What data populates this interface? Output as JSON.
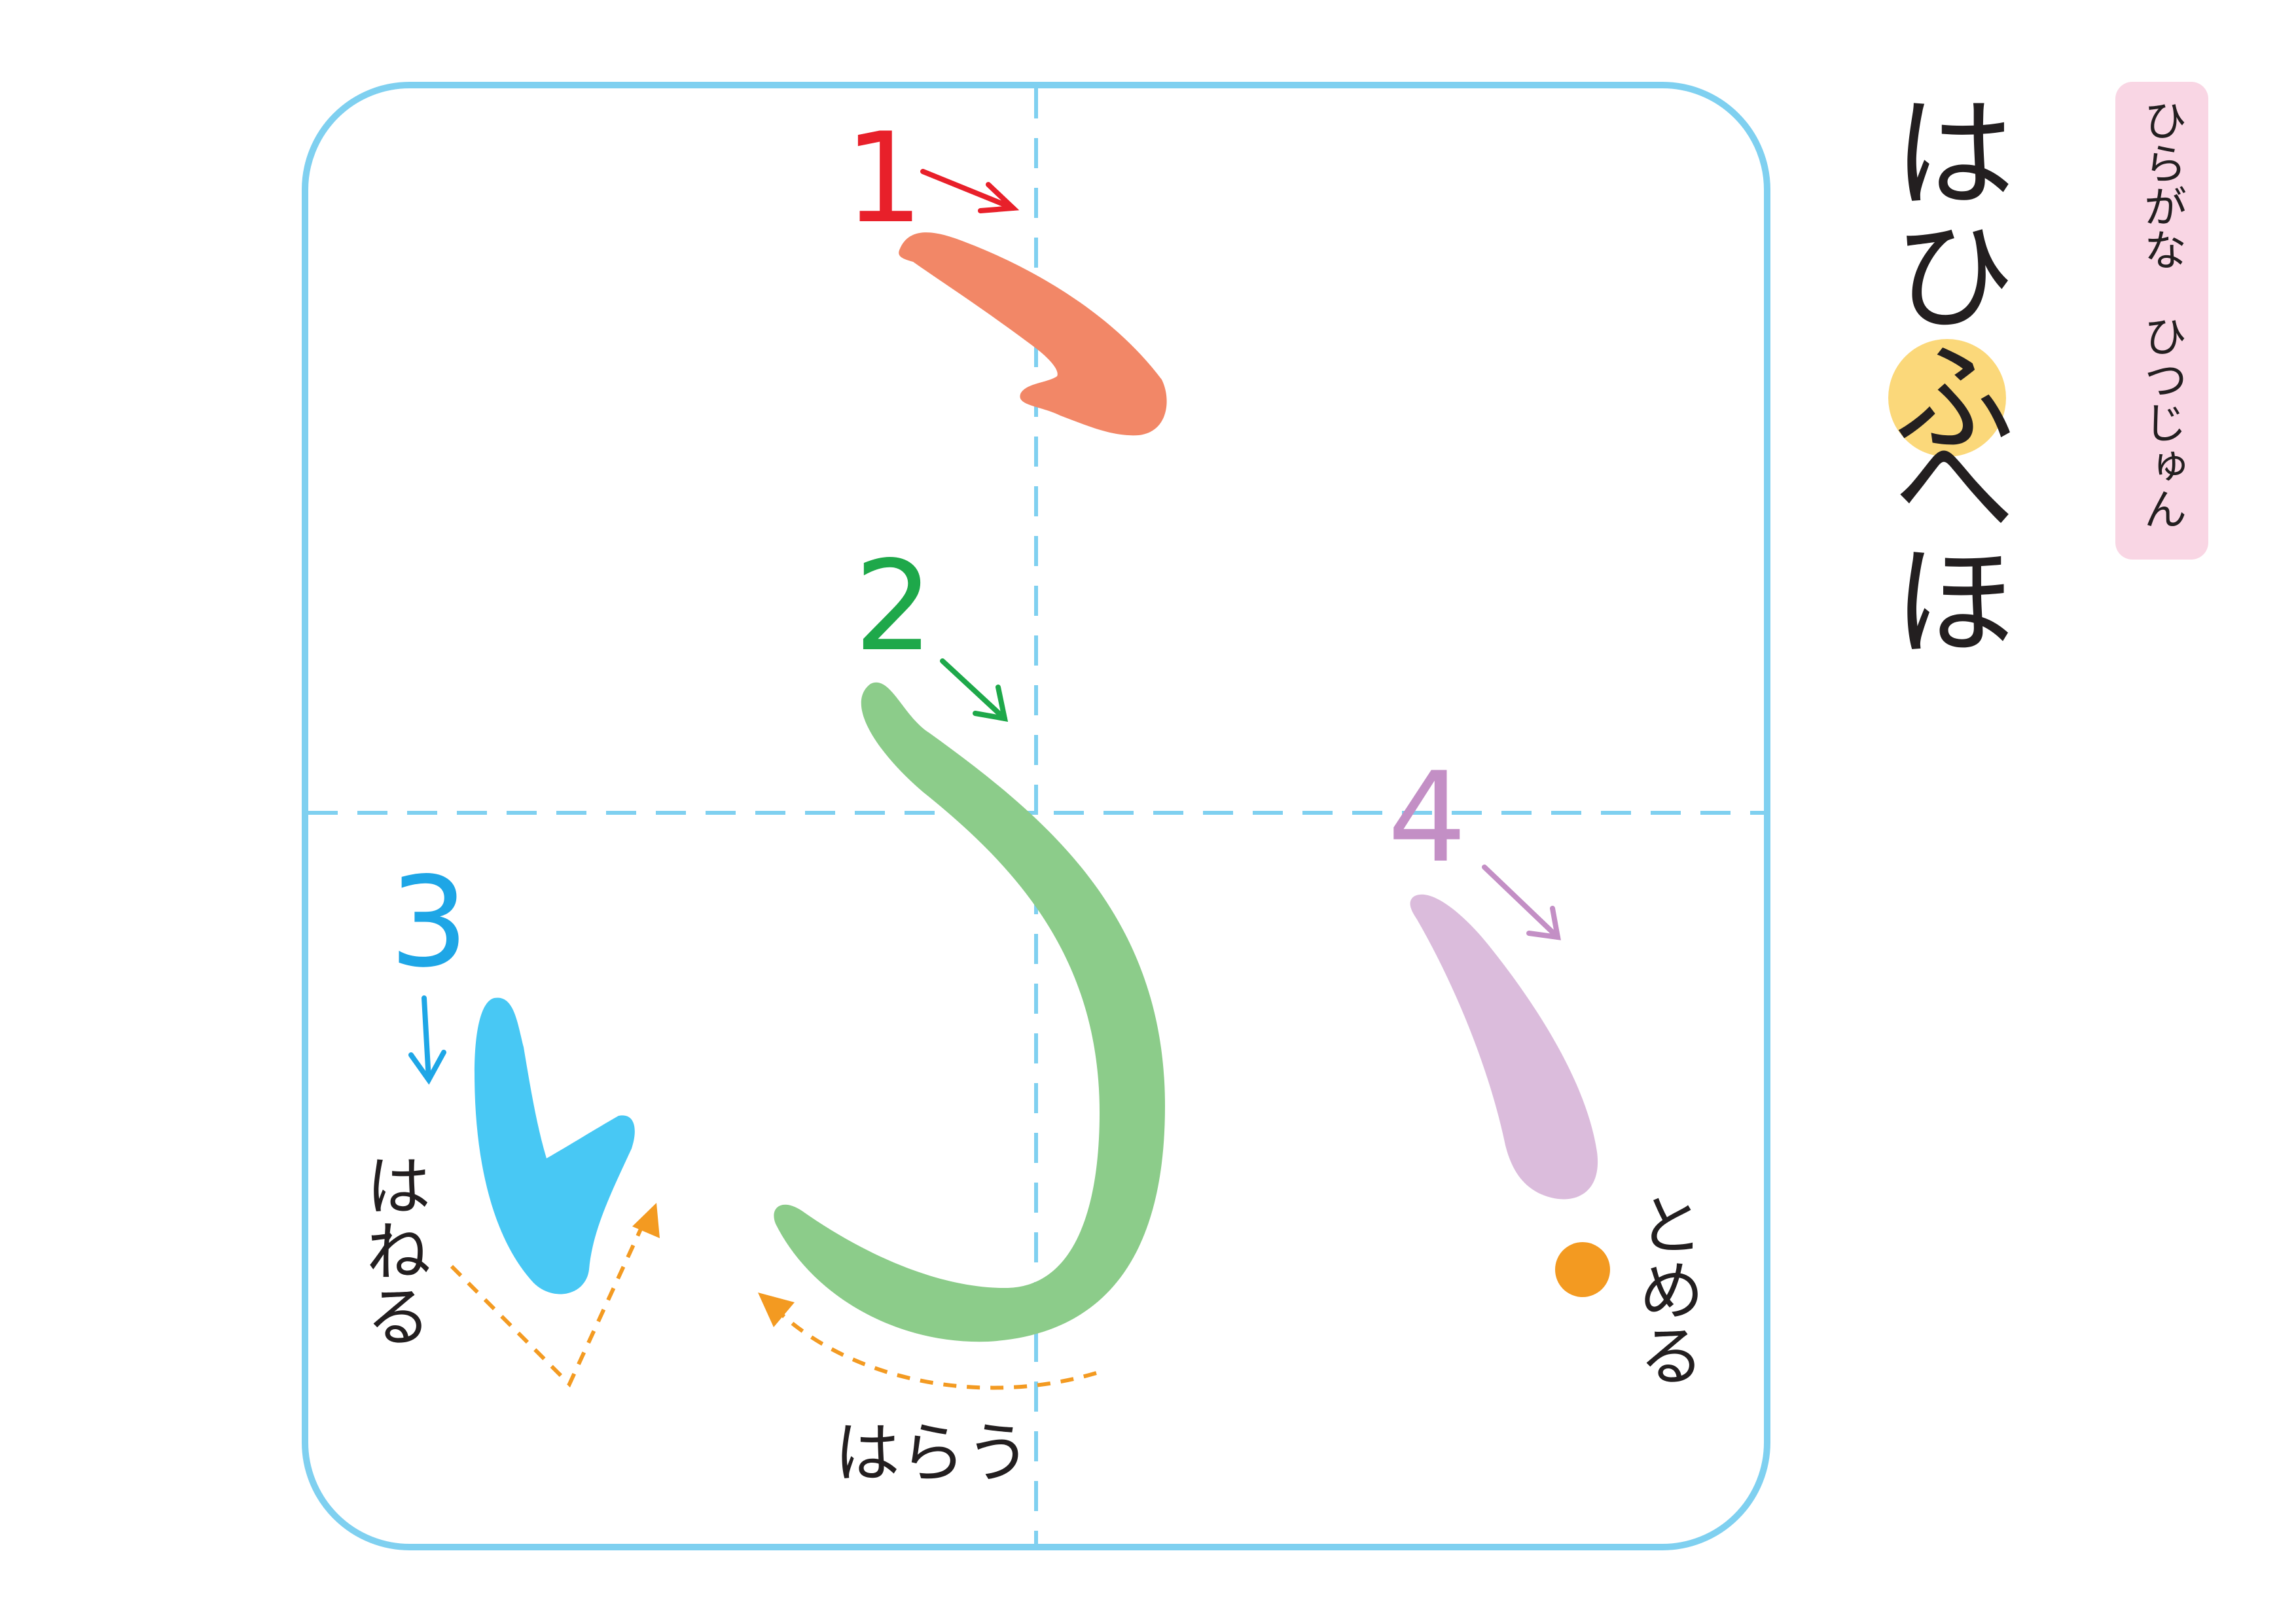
{
  "colors": {
    "frame": "#7fd0f0",
    "guide": "#7fd0f0",
    "stroke1": "#f28767",
    "stroke2": "#8ccc8a",
    "stroke3": "#48c8f4",
    "stroke4": "#dbbcdc",
    "num1": "#e8202a",
    "num2": "#1ea84a",
    "num3": "#1ea6e6",
    "num4": "#c38fc5",
    "guide_arrow": "#f39a21",
    "highlight": "#fbd87a",
    "tag_bg": "#f9d6e4",
    "ink": "#231f20"
  },
  "steps": [
    {
      "number": "1"
    },
    {
      "number": "2"
    },
    {
      "number": "3"
    },
    {
      "number": "4"
    }
  ],
  "labels": {
    "hane": "はねる",
    "harau": "はらう",
    "tome": "とめる"
  },
  "row": {
    "characters": [
      "は",
      "ひ",
      "ふ",
      "へ",
      "ほ"
    ],
    "highlighted": "ふ"
  },
  "tag": {
    "line1": "ひらがな",
    "line2": "ひつじゅん"
  }
}
